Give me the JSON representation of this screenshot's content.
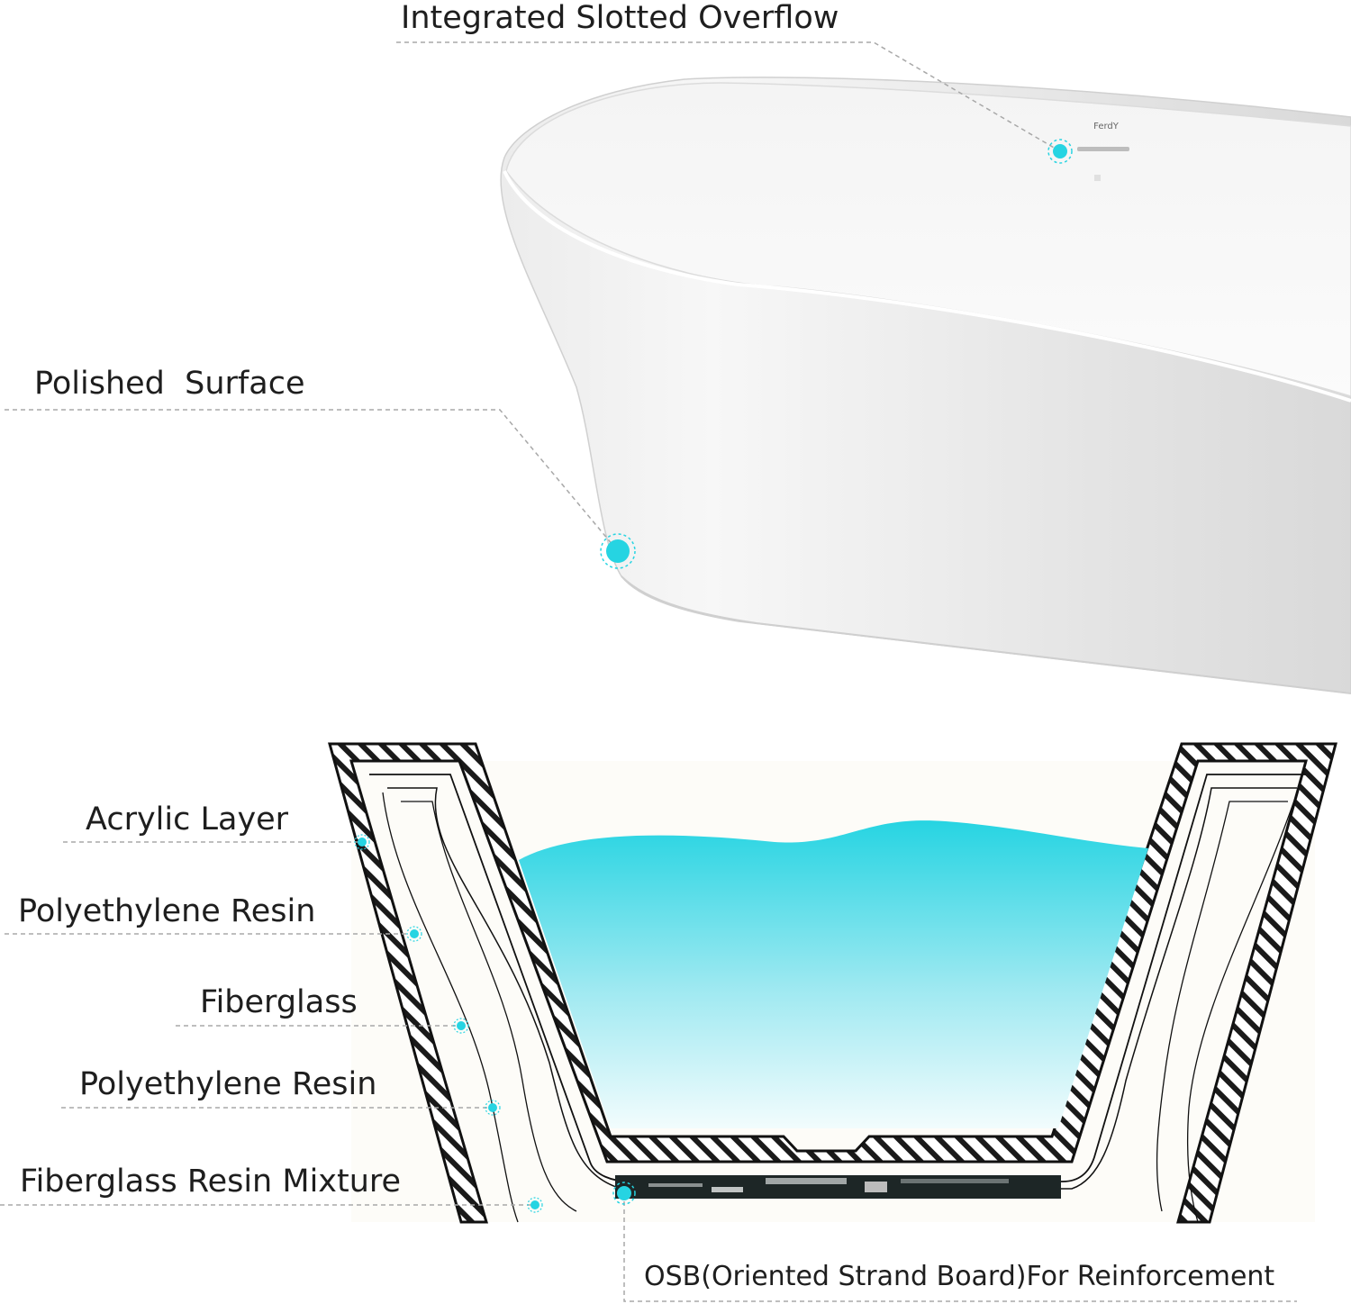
{
  "brand_mark": "FerdY",
  "colors": {
    "accent": "#26d4e2",
    "line": "#a8a8a8",
    "text": "#1e1e1e"
  },
  "labels": {
    "overflow": "Integrated Slotted Overflow",
    "polished": "Polished  Surface",
    "acrylic": "Acrylic Layer",
    "resin1": "Polyethylene Resin",
    "fiberglass": "Fiberglass",
    "resin2": "Polyethylene Resin",
    "mixture": "Fiberglass Resin Mixture",
    "osb": "OSB(Oriented Strand Board)For Reinforcement"
  }
}
